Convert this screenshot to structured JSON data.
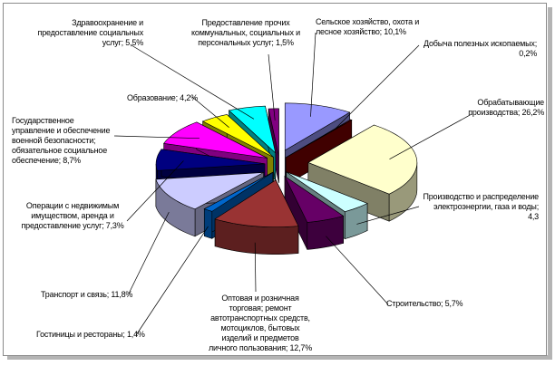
{
  "chart_data": {
    "type": "pie",
    "style": "3d-exploded",
    "unit": "%",
    "slices": [
      {
        "label": "Сельское хозяйство, охота и лесное хозяйство; 10,1%",
        "value": 10.1,
        "color": "#9999ff"
      },
      {
        "label": "Добыча полезных ископаемых; 0,2%",
        "value": 0.2,
        "color": "#7f0000"
      },
      {
        "label": "Обрабатывающие производства; 26,2%",
        "value": 26.2,
        "color": "#ffffcc"
      },
      {
        "label": "Производство и распределение электроэнергии, газа и воды; 4,3",
        "value": 4.3,
        "color": "#ccffff"
      },
      {
        "label": "Строительство; 5,7%",
        "value": 5.7,
        "color": "#660066"
      },
      {
        "label": "Оптовая и розничная торговая; ремонт автотранспортных средств, мотоциклов, бытовых изделий и предметов личного пользования; 12,7%",
        "value": 12.7,
        "color": "#993333"
      },
      {
        "label": "Гостиницы и рестораны; 1,4%",
        "value": 1.4,
        "color": "#0066cc"
      },
      {
        "label": "Транспорт и связь; 11,8%",
        "value": 11.8,
        "color": "#ccccff"
      },
      {
        "label": "Операции с недвижимым имуществом, аренда и предоставление услуг; 7,3%",
        "value": 7.3,
        "color": "#000080"
      },
      {
        "label": "Государственное управление и обеспечение военной безопасности; обязательное социальное обеспечение; 8,7%",
        "value": 8.7,
        "color": "#ff00ff"
      },
      {
        "label": "Образование; 4,2%",
        "value": 4.2,
        "color": "#ffff00"
      },
      {
        "label": "Здравоохранение и предоставление социальных услуг; 5,5%",
        "value": 5.5,
        "color": "#00ffff"
      },
      {
        "label": "Предоставление прочих коммунальных, социальных и персональных услуг; 1,5%",
        "value": 1.5,
        "color": "#800080"
      }
    ]
  }
}
